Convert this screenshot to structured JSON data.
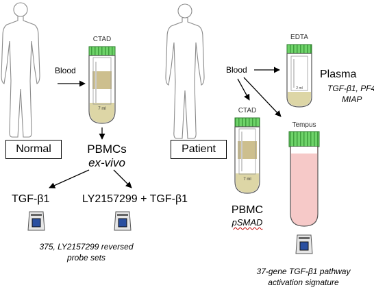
{
  "left": {
    "box_label": "Normal",
    "tube_cap_label": "CTAD",
    "blood_label": "Blood",
    "tube_volume": "7 ml",
    "pbmc_title": "PBMCs",
    "pbmc_sub": "ex-vivo",
    "branch1": "TGF-β1",
    "branch2": "LY2157299 + TGF-β1",
    "result_line1": "375, LY2157299 reversed",
    "result_line2": "probe sets"
  },
  "right": {
    "box_label": "Patient",
    "blood_label": "Blood",
    "edta_label": "EDTA",
    "edta_volume": "2 ml",
    "plasma_title": "Plasma",
    "plasma_line1": "TGF-β1, PF4,",
    "plasma_line2": "MIAP",
    "ctad_label": "CTAD",
    "ctad_volume": "7 ml",
    "pbmc_title": "PBMC",
    "pbmc_sub": "pSMAD",
    "tempus_label": "Tempus",
    "signature_line1": "37-gene TGF-β1 pathway",
    "signature_line2": "activation  signature"
  },
  "colors": {
    "cap_green": "#6fd36a",
    "cap_stripe": "#3f9e3d",
    "serum_yellow": "#ddd6a6",
    "beige_label": "#cdbf8e",
    "tempus_pink": "#f6c9c8",
    "chip_blue": "#2a4fa0"
  }
}
